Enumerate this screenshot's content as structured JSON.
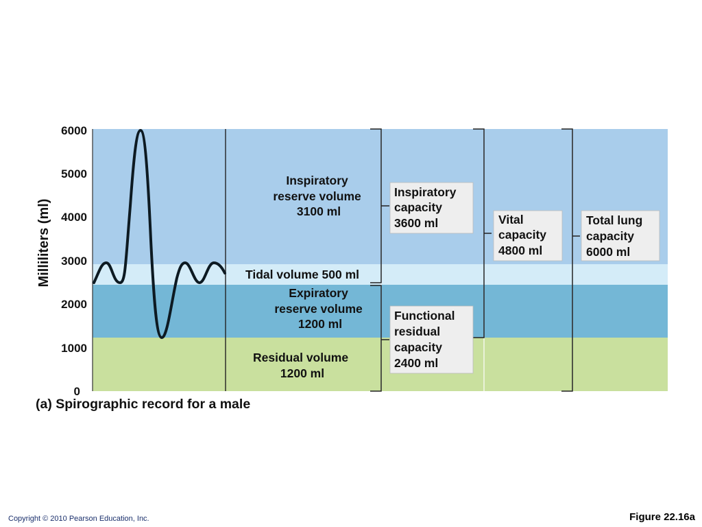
{
  "axis": {
    "ylabel": "Milliliters (ml)",
    "ticks": [
      "6000",
      "5000",
      "4000",
      "3000",
      "2000",
      "1000",
      "0"
    ]
  },
  "caption": "(a) Spirographic record for a male",
  "regions": {
    "inspiratory_reserve": {
      "lines": [
        "Inspiratory",
        "reserve volume",
        "3100 ml"
      ],
      "color": "#a9cdeb"
    },
    "tidal": {
      "lines": [
        "Tidal volume 500 ml"
      ],
      "color": "#d4ecf8"
    },
    "expiratory_reserve": {
      "lines": [
        "Expiratory",
        "reserve volume",
        "1200 ml"
      ],
      "color": "#74b7d6"
    },
    "residual": {
      "lines": [
        "Residual volume",
        "1200 ml"
      ],
      "color": "#c9e09e"
    }
  },
  "capacities": {
    "inspiratory_capacity": {
      "lines": [
        "Inspiratory",
        "capacity",
        "3600 ml"
      ]
    },
    "functional_residual_capacity": {
      "lines": [
        "Functional",
        "residual",
        "capacity",
        "2400 ml"
      ]
    },
    "vital_capacity": {
      "lines": [
        "Vital",
        "capacity",
        "4800 ml"
      ]
    },
    "total_lung_capacity": {
      "lines": [
        "Total lung",
        "capacity",
        "6000 ml"
      ]
    }
  },
  "footer": {
    "copyright": "Copyright © 2010 Pearson Education, Inc.",
    "figure": "Figure 22.16a"
  }
}
